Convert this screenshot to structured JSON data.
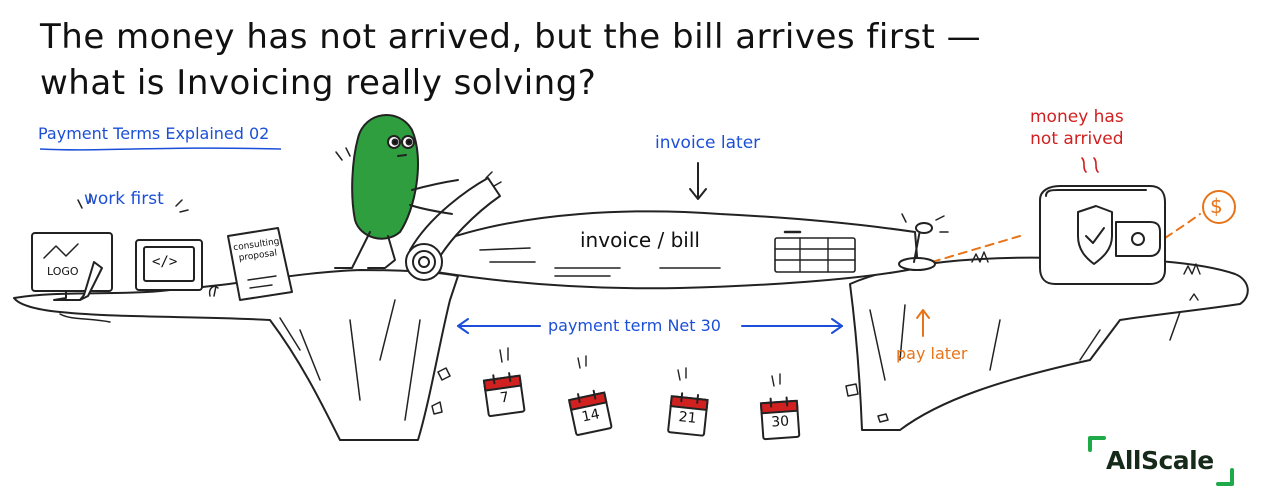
{
  "title": {
    "line1": "The money has not arrived, but the bill arrives first —",
    "line2": "what is Invoicing really solving?"
  },
  "labels": {
    "series": "Payment Terms Explained 02",
    "work_first": "work first",
    "invoice_later": "invoice later",
    "invoice_bill": "invoice / bill",
    "money_not_arrived_line1": "money has",
    "money_not_arrived_line2": "not arrived",
    "payment_term": "payment term Net 30",
    "pay_later": "pay later"
  },
  "work_items": {
    "logo_text": "LOGO",
    "code_symbol": "</>",
    "proposal_line1": "consulting",
    "proposal_line2": "proposal"
  },
  "calendar_days": [
    "7",
    "14",
    "21",
    "30"
  ],
  "money_symbol": "$",
  "brand": {
    "name": "AllScale"
  },
  "colors": {
    "blue": "#1c4fd8",
    "red": "#d12020",
    "orange": "#e8741a",
    "character_green": "#2e9e3f",
    "brand_green": "#1faa4a"
  },
  "icons": [
    "logo-monitor-icon",
    "code-screen-icon",
    "proposal-document-icon",
    "character-icon",
    "scroll-roll-icon",
    "calendar-icon",
    "wallet-icon",
    "shield-check-icon",
    "dollar-coin-icon",
    "pin-icon"
  ]
}
